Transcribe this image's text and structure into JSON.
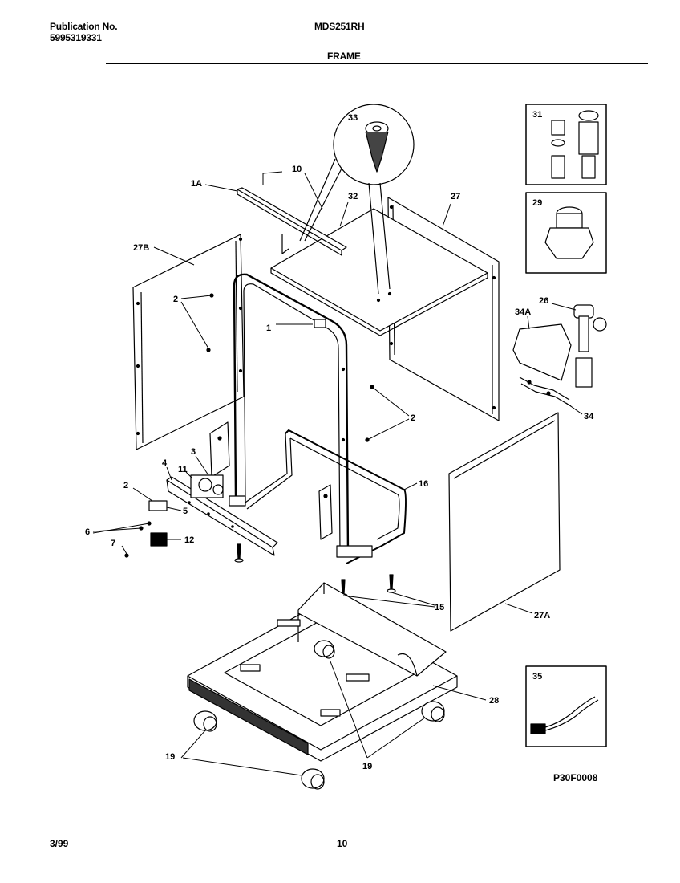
{
  "header": {
    "publication_label": "Publication No.",
    "publication_number": "5995319331",
    "model": "MDS251RH",
    "section_title": "FRAME"
  },
  "footer": {
    "date": "3/99",
    "page_number": "10",
    "figure_code": "P30F0008"
  },
  "callouts": {
    "c1": "1",
    "c1a": "1A",
    "c2a": "2",
    "c2b": "2",
    "c2c": "2",
    "c3": "3",
    "c4": "4",
    "c5": "5",
    "c6": "6",
    "c7": "7",
    "c10": "10",
    "c11": "11",
    "c12": "12",
    "c15": "15",
    "c16": "16",
    "c19a": "19",
    "c19b": "19",
    "c26": "26",
    "c27": "27",
    "c27a": "27A",
    "c27b": "27B",
    "c28": "28",
    "c29": "29",
    "c31": "31",
    "c32": "32",
    "c33": "33",
    "c34": "34",
    "c34a": "34A",
    "c35": "35"
  }
}
